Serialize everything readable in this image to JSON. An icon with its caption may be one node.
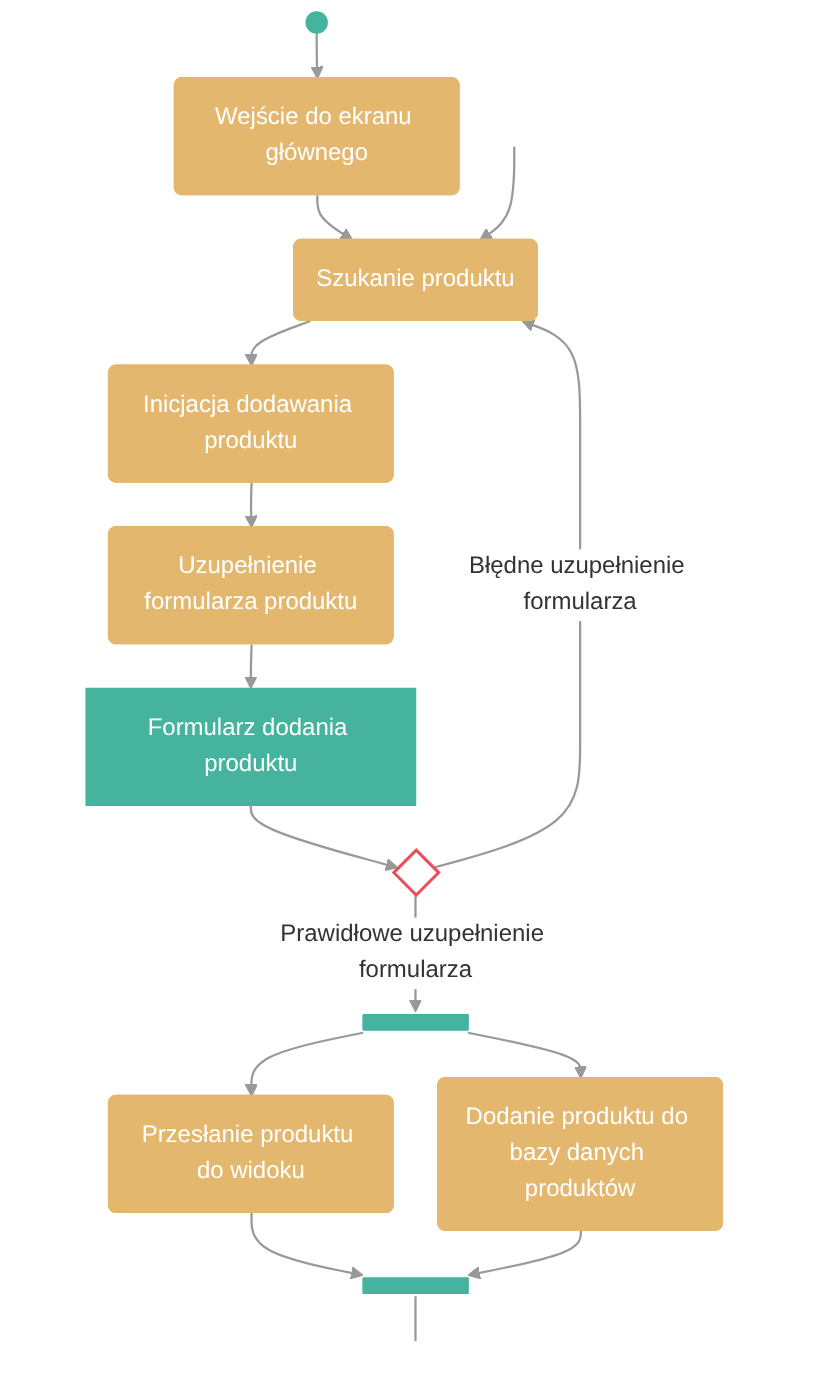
{
  "diagram": {
    "nodes": [
      {
        "text": [],
        "shape": "circle"
      },
      {
        "text": [
          "Wejście do ekranu głównego"
        ]
      },
      {
        "text": [
          "Szukanie produktu"
        ]
      },
      {
        "text": [
          "Inicjacja dodawania produktu"
        ]
      },
      {
        "text": [
          "Uzupełnienie formularza produktu"
        ]
      },
      {
        "text": [
          "Formularz dodania produktu"
        ]
      },
      {
        "text": [],
        "shape": "diamond"
      },
      {
        "text": [],
        "shape": "bar"
      },
      {
        "text": [
          "Przesłanie produktu do widoku"
        ]
      },
      {
        "text": [
          "Dodanie produktu do bazy danych produktów"
        ]
      },
      {
        "text": [],
        "shape": "bar"
      }
    ],
    "edges": [
      {
        "from": 0,
        "to": 1,
        "arrow": "to"
      },
      {
        "from": 1,
        "to": 2,
        "arrow": "to"
      },
      {
        "from": 2,
        "to": 3,
        "arrow": "to"
      },
      {
        "from": 3,
        "to": 4,
        "arrow": "to"
      },
      {
        "from": 4,
        "to": 5,
        "arrow": "to"
      },
      {
        "from": 5,
        "to": 6,
        "arrow": "to"
      },
      {
        "from": 6,
        "to": 2,
        "label": "Błędne uzupełnienie formularza",
        "arrow": "to"
      },
      {
        "from": 6,
        "to": 7,
        "label": "Prawidłowe uzupełnienie formularza",
        "arrow": "to"
      },
      {
        "from": 7,
        "to": 8,
        "arrow": "to"
      },
      {
        "from": 7,
        "to": 9,
        "arrow": "to"
      },
      {
        "from": 8,
        "to": 10,
        "arrow": "to"
      },
      {
        "from": 9,
        "to": 10,
        "arrow": "to"
      },
      {
        "from": null,
        "to": 2,
        "arrow": "to"
      },
      {
        "from": 10,
        "to": null,
        "arrow": "none"
      }
    ]
  }
}
